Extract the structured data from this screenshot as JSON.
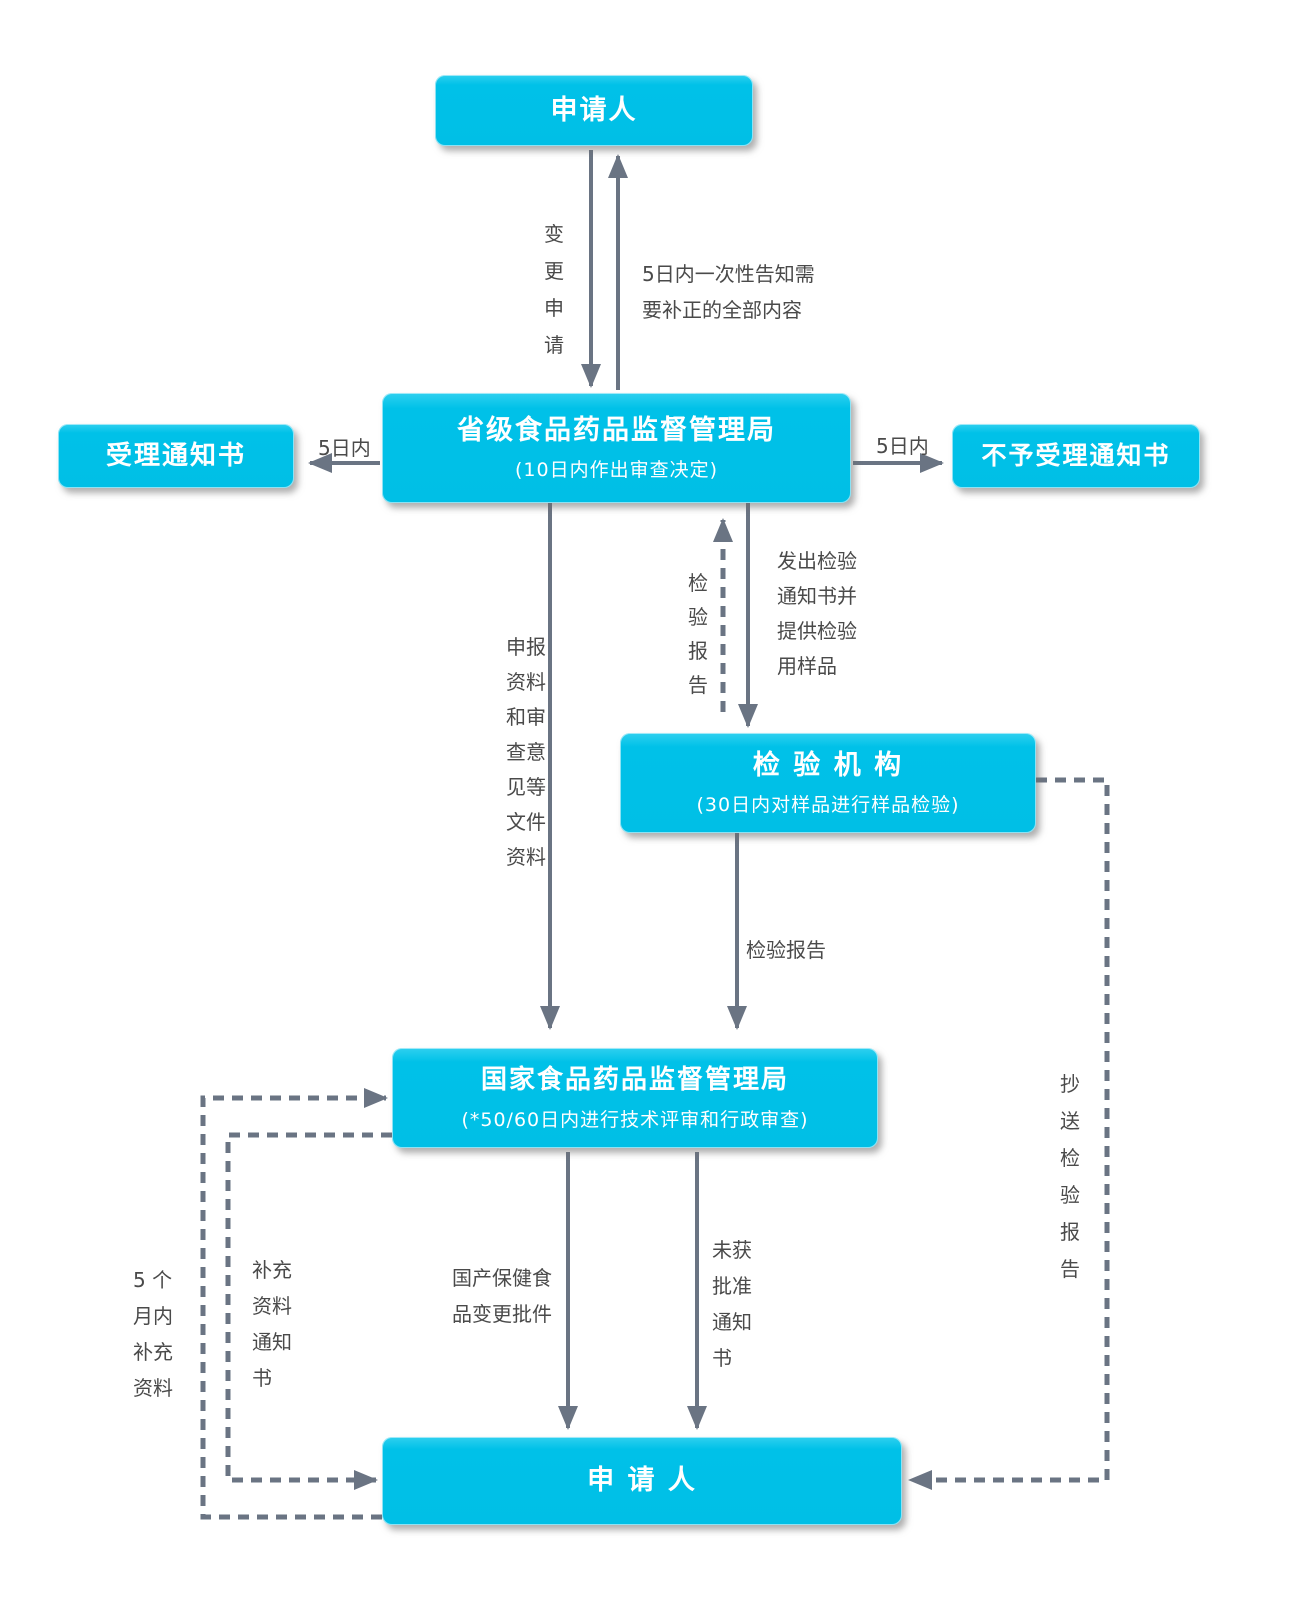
{
  "diagram": {
    "nodes": {
      "applicant_top": {
        "title": "申请人"
      },
      "provincial": {
        "title": "省级食品药品监督管理局",
        "subtitle": "(10日内作出审查决定)"
      },
      "accept_notice": {
        "title": "受理通知书"
      },
      "reject_notice": {
        "title": "不予受理通知书"
      },
      "inspection": {
        "title": "检 验 机 构",
        "subtitle": "(30日内对样品进行样品检验)"
      },
      "national": {
        "title": "国家食品药品监督管理局",
        "subtitle": "(*50/60日内进行技术评审和行政审查)"
      },
      "applicant_bottom": {
        "title": "申 请 人"
      }
    },
    "edge_labels": {
      "change_application": "变\n更\n申\n请",
      "five_day_inform": "5日内一次性告知需\n要补正的全部内容",
      "accept_within": "5日内",
      "reject_within": "5日内",
      "inspection_report_up": "检\n验\n报\n告",
      "send_inspection_notice": "发出检验\n通知书并\n提供检验\n用样品",
      "declaration_materials": "申报\n资料\n和审\n查意\n见等\n文件\n资料",
      "inspection_report": "检验报告",
      "approval_certificate": "国产保健食\n品变更批件",
      "not_approved_notice": "未获\n批准\n通知\n书",
      "five_month_supplement": "5 个\n月内\n补充\n资料",
      "supplement_notice": "补充\n资料\n通知\n书",
      "copy_inspection_report": "抄\n送\n检\n验\n报\n告"
    },
    "colors": {
      "node_fill": "#00c1e8",
      "node_text": "#ffffff",
      "arrow": "#6a7483",
      "label_text": "#4a4a4a"
    }
  }
}
